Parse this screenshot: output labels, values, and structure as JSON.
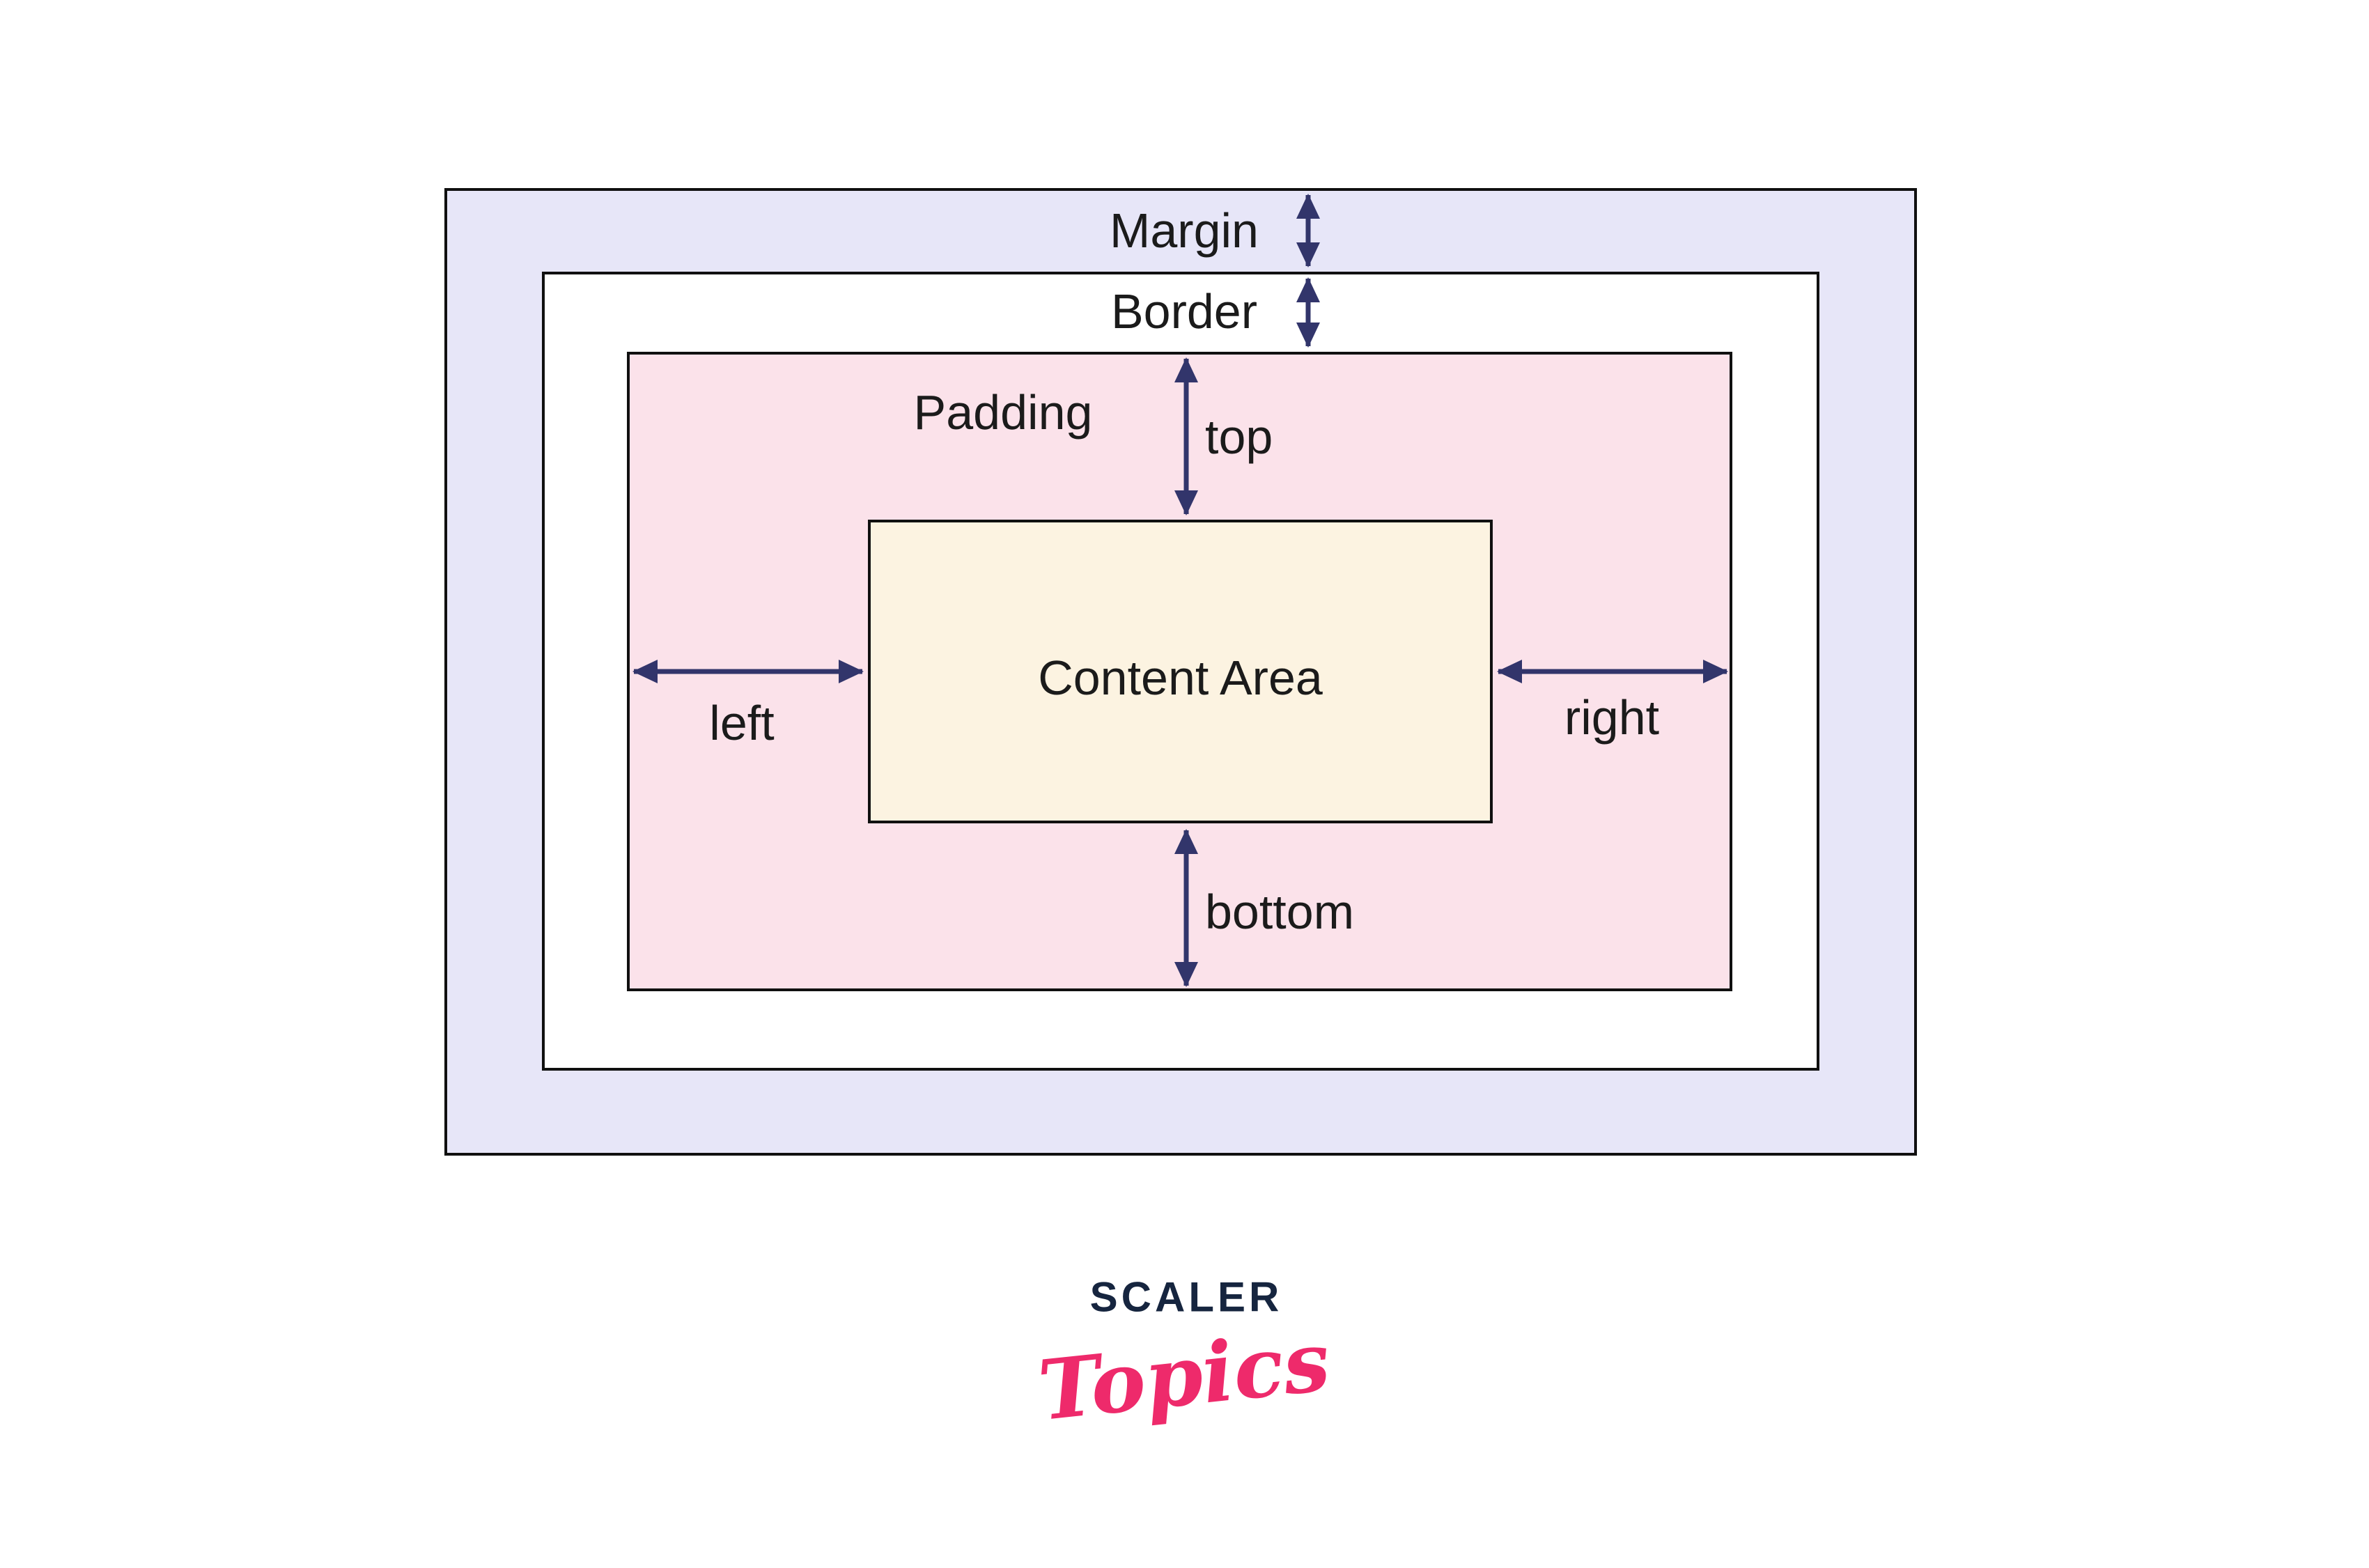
{
  "diagram": {
    "margin_label": "Margin",
    "border_label": "Border",
    "padding_label": "Padding",
    "content_label": "Content Area",
    "top_label": "top",
    "bottom_label": "bottom",
    "left_label": "left",
    "right_label": "right"
  },
  "logo": {
    "brand": "SCALER",
    "sub": "Topics"
  },
  "colors": {
    "margin-bg": "#E7E6F8",
    "border-bg": "#FFFFFF",
    "padding-bg": "#FBE2EA",
    "content-bg": "#FCF3E1",
    "line": "#101010",
    "text": "#1B1B1B",
    "arrow": "#32356B",
    "brand-navy": "#16253F",
    "brand-pink": "#EE2A6B"
  }
}
